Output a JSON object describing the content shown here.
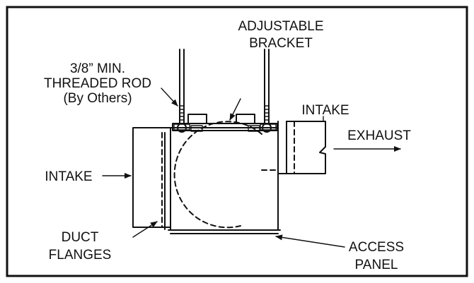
{
  "labels": {
    "adjustable_bracket": [
      "ADJUSTABLE",
      "BRACKET"
    ],
    "threaded_rod": [
      "3/8” MIN.",
      "THREADED ROD",
      "(By Others)"
    ],
    "intake_right": "INTAKE",
    "exhaust": "EXHAUST",
    "intake_left": "INTAKE",
    "duct_flanges": [
      "DUCT",
      "FLANGES"
    ],
    "access_panel": [
      "ACCESS",
      "PANEL"
    ]
  }
}
